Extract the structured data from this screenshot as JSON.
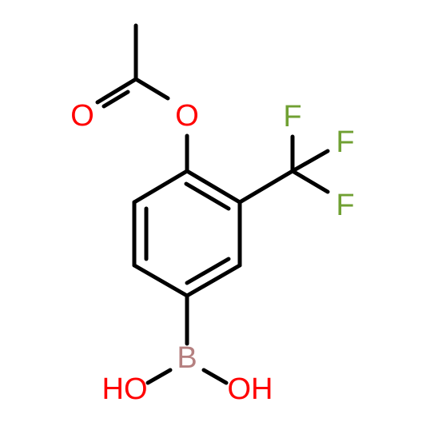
{
  "molecule": {
    "atoms": {
      "carbonyl_oxygen": "O",
      "ester_oxygen": "O",
      "fluorine_top": "F",
      "fluorine_right": "F",
      "fluorine_bottom": "F",
      "boron": "B",
      "hydroxyl_left": "HO",
      "hydroxyl_right": "OH"
    },
    "colors": {
      "oxygen": "#ff0000",
      "fluorine": "#70a033",
      "boron": "#b58080",
      "bond": "#000000"
    }
  }
}
